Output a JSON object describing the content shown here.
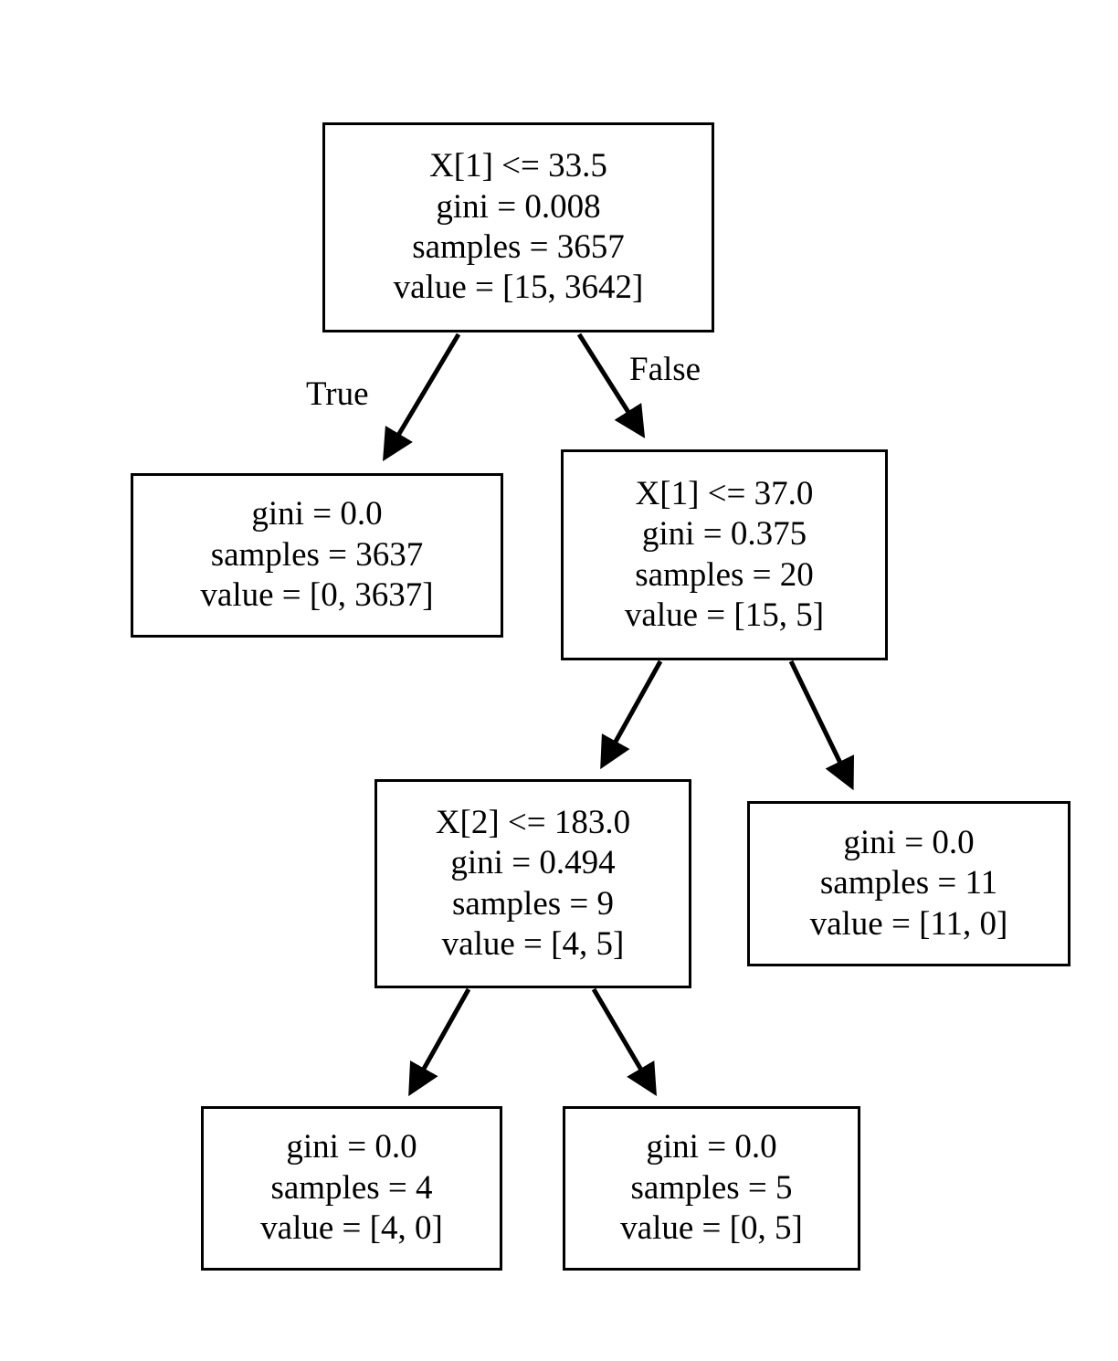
{
  "diagram": {
    "type": "decision-tree",
    "title": "",
    "background_color": "#ffffff",
    "stroke_color": "#000000",
    "text_color": "#000000"
  },
  "edge_labels": {
    "true_label": "True",
    "false_label": "False"
  },
  "nodes": [
    {
      "id": "root",
      "lines": [
        "X[1] <= 33.5",
        "gini = 0.008",
        "samples = 3657",
        "value = [15, 3642]"
      ],
      "condition": "X[1] <= 33.5",
      "gini": "0.008",
      "samples": "3657",
      "value": "[15, 3642]"
    },
    {
      "id": "n1",
      "lines": [
        "gini = 0.0",
        "samples = 3637",
        "value = [0, 3637]"
      ],
      "condition": "",
      "gini": "0.0",
      "samples": "3637",
      "value": "[0, 3637]"
    },
    {
      "id": "n2",
      "lines": [
        "X[1] <= 37.0",
        "gini = 0.375",
        "samples = 20",
        "value = [15, 5]"
      ],
      "condition": "X[1] <= 37.0",
      "gini": "0.375",
      "samples": "20",
      "value": "[15, 5]"
    },
    {
      "id": "n3",
      "lines": [
        "X[2] <= 183.0",
        "gini = 0.494",
        "samples = 9",
        "value = [4, 5]"
      ],
      "condition": "X[2] <= 183.0",
      "gini": "0.494",
      "samples": "9",
      "value": "[4, 5]"
    },
    {
      "id": "n4",
      "lines": [
        "gini = 0.0",
        "samples = 11",
        "value = [11, 0]"
      ],
      "condition": "",
      "gini": "0.0",
      "samples": "11",
      "value": "[11, 0]"
    },
    {
      "id": "n5",
      "lines": [
        "gini = 0.0",
        "samples = 4",
        "value = [4, 0]"
      ],
      "condition": "",
      "gini": "0.0",
      "samples": "4",
      "value": "[4, 0]"
    },
    {
      "id": "n6",
      "lines": [
        "gini = 0.0",
        "samples = 5",
        "value = [0, 5]"
      ],
      "condition": "",
      "gini": "0.0",
      "samples": "5",
      "value": "[0, 5]"
    }
  ]
}
